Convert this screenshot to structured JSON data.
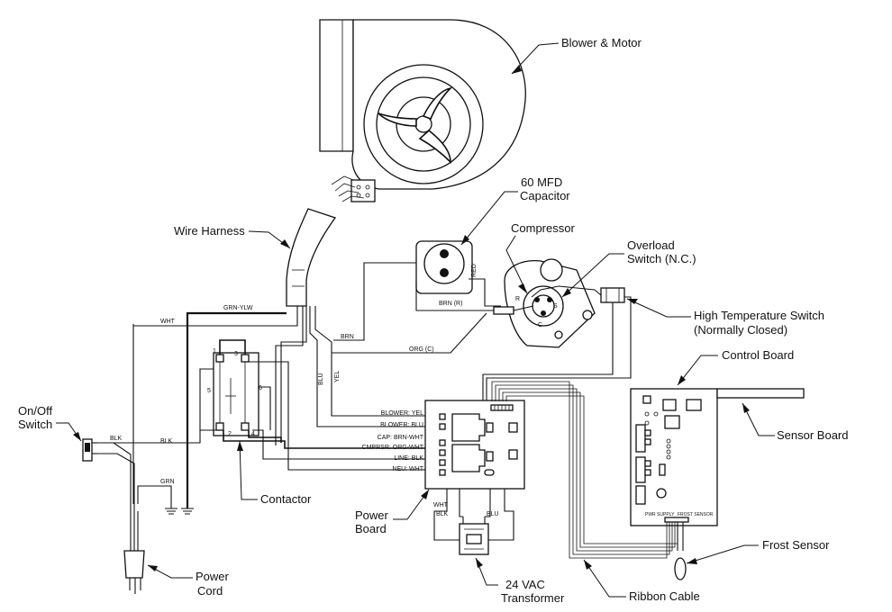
{
  "components": {
    "blower_motor": "Blower & Motor",
    "capacitor_line1": "60 MFD",
    "capacitor_line2": "Capacitor",
    "wire_harness": "Wire Harness",
    "compressor": "Compressor",
    "overload_line1": "Overload",
    "overload_line2": "Switch (N.C.)",
    "high_temp_line1": "High Temperature Switch",
    "high_temp_line2": "(Normally Closed)",
    "control_board": "Control Board",
    "sensor_board": "Sensor Board",
    "on_off_line1": "On/Off",
    "on_off_line2": "Switch",
    "contactor": "Contactor",
    "power_board_line1": "Power",
    "power_board_line2": "Board",
    "power_cord_line1": "Power",
    "power_cord_line2": "Cord",
    "transformer_line1": "24 VAC",
    "transformer_line2": "Transformer",
    "ribbon_cable": "Ribbon Cable",
    "frost_sensor": "Frost Sensor"
  },
  "wires": {
    "grn_ylw": "GRN-YLW",
    "wht": "WHT",
    "brn": "BRN",
    "brn_r": "BRN (R)",
    "red": "RED",
    "org_c": "ORG (C)",
    "blu": "BLU",
    "yel": "YEL",
    "blk_switch": "BLK",
    "blk_line": "BLK",
    "grn": "GRN",
    "wht_tx": "WHT",
    "blk_tx": "BLK",
    "blu_tx": "BLU"
  },
  "power_board_terminals": [
    "BLOWER: YEL",
    "BLOWER: BLU",
    "CAP: BRN-WHT",
    "CMPRSR: ORG-WHT",
    "LINE: BLK",
    "NEU: WHT"
  ],
  "contactor_pins": [
    "1",
    "3",
    "5",
    "6",
    "2",
    "4"
  ],
  "compressor_pins": {
    "r": "R",
    "s": "S",
    "c": "C"
  },
  "control_board_labels": {
    "pwr_supply": "PWR SUPPLY",
    "frost_sensor": "FROST SENSOR"
  }
}
